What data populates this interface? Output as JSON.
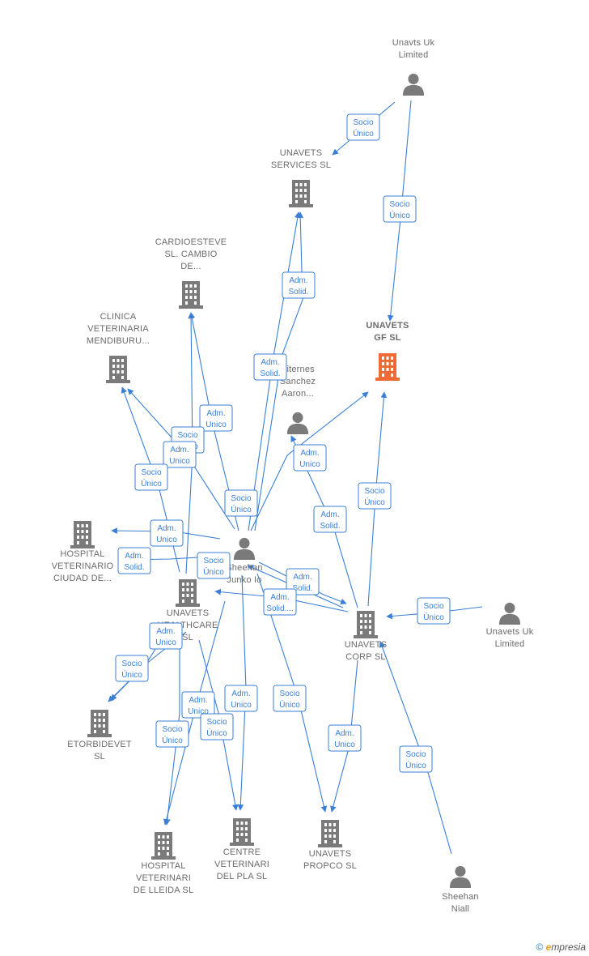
{
  "colors": {
    "edge": "#3a7fd5",
    "company": "#7a7a7a",
    "focus_company": "#f06a36",
    "person": "#7a7a7a"
  },
  "nodes": [
    {
      "id": "unavts_uk_top",
      "type": "person",
      "lines": [
        "Unavts Uk",
        "Limited"
      ]
    },
    {
      "id": "unavets_services",
      "type": "company",
      "lines": [
        "UNAVETS",
        "SERVICES SL"
      ]
    },
    {
      "id": "cardioesteve",
      "type": "company",
      "lines": [
        "CARDIOESTEVE",
        "SL. CAMBIO",
        "DE..."
      ]
    },
    {
      "id": "clinica_mendiburu",
      "type": "company",
      "lines": [
        "CLINICA",
        "VETERINARIA",
        "MENDIBURU..."
      ]
    },
    {
      "id": "unavets_gf",
      "type": "company",
      "focus": true,
      "lines": [
        "UNAVETS",
        "GF SL"
      ]
    },
    {
      "id": "viternes",
      "type": "person",
      "lines": [
        "Viternes",
        "Sanchez",
        "Aaron..."
      ]
    },
    {
      "id": "hospital_ciudad",
      "type": "company",
      "lines": [
        "HOSPITAL",
        "VETERINARIO",
        "CIUDAD DE..."
      ]
    },
    {
      "id": "sheehan_junko",
      "type": "person",
      "lines": [
        "Sheehan",
        "Junko Io"
      ]
    },
    {
      "id": "unavets_healthcare",
      "type": "company",
      "lines": [
        "UNAVETS",
        "HEALTHCARE",
        "SL"
      ]
    },
    {
      "id": "unavets_corp",
      "type": "company",
      "lines": [
        "UNAVETS",
        "CORP SL"
      ]
    },
    {
      "id": "unavets_uk_right",
      "type": "person",
      "lines": [
        "Unavets Uk",
        "Limited"
      ]
    },
    {
      "id": "etorbidevet",
      "type": "company",
      "lines": [
        "ETORBIDEVET",
        "SL"
      ]
    },
    {
      "id": "hospital_lleida",
      "type": "company",
      "lines": [
        "HOSPITAL",
        "VETERINARI",
        "DE LLEIDA SL"
      ]
    },
    {
      "id": "centre_pla",
      "type": "company",
      "lines": [
        "CENTRE",
        "VETERINARI",
        "DEL PLA SL"
      ]
    },
    {
      "id": "unavets_propco",
      "type": "company",
      "lines": [
        "UNAVETS",
        "PROPCO SL"
      ]
    },
    {
      "id": "sheehan_niall",
      "type": "person",
      "lines": [
        "Sheehan",
        "Niall"
      ]
    }
  ],
  "relations": [
    {
      "id": "r1",
      "lines": [
        "Socio",
        "Único"
      ]
    },
    {
      "id": "r2",
      "lines": [
        "Socio",
        "Único"
      ]
    },
    {
      "id": "r3",
      "lines": [
        "Adm.",
        "Solid."
      ]
    },
    {
      "id": "r4",
      "lines": [
        "Adm.",
        "Solid."
      ]
    },
    {
      "id": "r5",
      "lines": [
        "Adm.",
        "Unico"
      ]
    },
    {
      "id": "r6",
      "lines": [
        "Socio",
        "Único"
      ]
    },
    {
      "id": "r7",
      "lines": [
        "Adm.",
        "Unico"
      ]
    },
    {
      "id": "r8",
      "lines": [
        "Socio",
        "Único"
      ]
    },
    {
      "id": "r9",
      "lines": [
        "Adm.",
        "Unico"
      ]
    },
    {
      "id": "r10",
      "lines": [
        "Socio",
        "Único"
      ]
    },
    {
      "id": "r11",
      "lines": [
        "Adm.",
        "Solid."
      ]
    },
    {
      "id": "r12",
      "lines": [
        "Adm.",
        "Unico"
      ]
    },
    {
      "id": "r13",
      "lines": [
        "Adm.",
        "Solid."
      ]
    },
    {
      "id": "r14",
      "lines": [
        "Socio",
        "Único"
      ]
    },
    {
      "id": "r15",
      "lines": [
        "Socio",
        "Único"
      ]
    },
    {
      "id": "r16",
      "lines": [
        "Adm.",
        "Solid."
      ]
    },
    {
      "id": "r17",
      "lines": [
        "Adm.",
        "Solid...."
      ]
    },
    {
      "id": "r18",
      "lines": [
        "Socio",
        "Único"
      ]
    },
    {
      "id": "r19",
      "lines": [
        "Socio",
        "Único"
      ]
    },
    {
      "id": "r20",
      "lines": [
        "Adm.",
        "Unico"
      ]
    },
    {
      "id": "r21",
      "lines": [
        "Socio",
        "Único"
      ]
    },
    {
      "id": "r22",
      "lines": [
        "Adm.",
        "Unico"
      ]
    },
    {
      "id": "r23",
      "lines": [
        "Socio",
        "Único"
      ]
    },
    {
      "id": "r24",
      "lines": [
        "Adm.",
        "Unico"
      ]
    },
    {
      "id": "r25",
      "lines": [
        "Socio",
        "Único"
      ]
    },
    {
      "id": "r26",
      "lines": [
        "Adm.",
        "Unico"
      ]
    },
    {
      "id": "r27",
      "lines": [
        "Socio",
        "Único"
      ]
    },
    {
      "id": "r28",
      "lines": [
        "Socio",
        "Único"
      ]
    },
    {
      "id": "r29",
      "lines": [
        "Socio",
        "Único"
      ]
    },
    {
      "id": "r30",
      "lines": [
        "Adm.",
        "Unico"
      ]
    }
  ],
  "footer": {
    "copyright": "©",
    "brand_initial": "e",
    "brand_rest": "mpresia"
  }
}
